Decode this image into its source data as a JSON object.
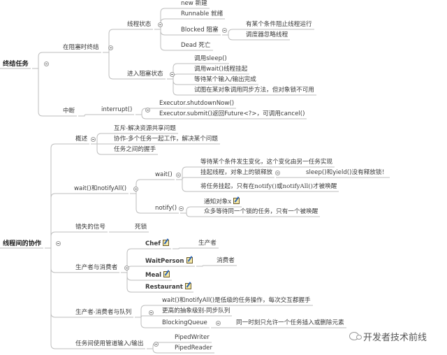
{
  "colors": {
    "line": "#bdbdbd",
    "text": "#3a3a3a"
  },
  "nodes": {
    "n_end": {
      "text": "终结任务",
      "parent": null
    },
    "n_blocked_end": {
      "text": "在阻塞时终结",
      "parent": "n_end"
    },
    "n_state": {
      "text": "线程状态",
      "parent": "n_blocked_end"
    },
    "n_new": {
      "text": "new 新建",
      "parent": "n_state"
    },
    "n_runnable": {
      "text": "Runnable 就绪",
      "parent": "n_state"
    },
    "n_blocked": {
      "text": "Blocked 阻塞",
      "parent": "n_state"
    },
    "n_blk_1": {
      "text": "有某个条件阻止线程运行",
      "parent": "n_blocked"
    },
    "n_blk_2": {
      "text": "调度器忽略线程",
      "parent": "n_blocked"
    },
    "n_dead": {
      "text": "Dead 死亡",
      "parent": "n_state"
    },
    "n_enter": {
      "text": "进入阻塞状态",
      "parent": "n_blocked_end"
    },
    "n_sleep": {
      "text": "调用sleep()",
      "parent": "n_enter"
    },
    "n_wait_call": {
      "text": "调用wait()线程挂起",
      "parent": "n_enter"
    },
    "n_io": {
      "text": "等待某个输入/输出完成",
      "parent": "n_enter"
    },
    "n_sync": {
      "text": "试图在某对象调用同步方法，但对象锁不可用",
      "parent": "n_enter"
    },
    "n_interrupt": {
      "text": "中断",
      "parent": "n_end"
    },
    "n_intr_fn": {
      "text": "interrupt()",
      "parent": "n_interrupt"
    },
    "n_exec_shut": {
      "text": "Executor.shutdownNow()",
      "parent": "n_intr_fn"
    },
    "n_exec_sub": {
      "text": "Executor.submit()返回Future<?>，可调用cancel()",
      "parent": "n_intr_fn"
    },
    "n_coop": {
      "text": "线程间的协作",
      "parent": null
    },
    "n_overview": {
      "text": "概述",
      "parent": "n_coop"
    },
    "n_ov_1": {
      "text": "互斥-解决资源共享问题",
      "parent": "n_overview"
    },
    "n_ov_2": {
      "text": "协作-多个任务一起工作，解决某个问题",
      "parent": "n_overview"
    },
    "n_ov_3": {
      "text": "任务之间的握手",
      "parent": "n_overview"
    },
    "n_waitnotify": {
      "text": "wait()和notifyAll()",
      "parent": "n_coop"
    },
    "n_wait": {
      "text": "wait()",
      "parent": "n_waitnotify"
    },
    "n_w_1": {
      "text": "等待某个条件发生变化，这个变化由另一任务实现",
      "parent": "n_wait"
    },
    "n_w_2": {
      "text": "挂起线程，对象上的锁释放",
      "parent": "n_wait"
    },
    "n_w_2b": {
      "text": "sleep()和yield()没有释放锁！",
      "parent": "n_w_2"
    },
    "n_w_3": {
      "text": "将任务挂起，只有在notify()或notifyAll()才被唤醒",
      "parent": "n_wait"
    },
    "n_notify": {
      "text": "notify()",
      "parent": "n_waitnotify"
    },
    "n_n_1": {
      "text": "通知对象x",
      "parent": "n_notify"
    },
    "n_n_2": {
      "text": "众多等待同一个锁的任务，只有一个被唤醒",
      "parent": "n_notify"
    },
    "n_missed": {
      "text": "错失的信号",
      "parent": "n_coop"
    },
    "n_deadlock": {
      "text": "死锁",
      "parent": "n_missed"
    },
    "n_prodcons": {
      "text": "生产者与消费者",
      "parent": "n_coop"
    },
    "n_chef": {
      "text": "Chef",
      "parent": "n_prodcons"
    },
    "n_producer": {
      "text": "生产者",
      "parent": "n_chef"
    },
    "n_waitperson": {
      "text": "WaitPerson",
      "parent": "n_prodcons"
    },
    "n_consumer": {
      "text": "消费者",
      "parent": "n_waitperson"
    },
    "n_meal": {
      "text": "Meal",
      "parent": "n_prodcons"
    },
    "n_restaurant": {
      "text": "Restaurant",
      "parent": "n_prodcons"
    },
    "n_pcqueue": {
      "text": "生产者-消费者与队列",
      "parent": "n_coop"
    },
    "n_q_1": {
      "text": "wait()和notifyAll()是低级的任务操作，每次交互都握手",
      "parent": "n_pcqueue"
    },
    "n_q_2": {
      "text": "更高的抽象级别-同步队列",
      "parent": "n_pcqueue"
    },
    "n_q_3": {
      "text": "BlockingQueue",
      "parent": "n_pcqueue"
    },
    "n_q_3b": {
      "text": "同一时刻只允许一个任务插入或删除元素",
      "parent": "n_q_3"
    },
    "n_pipe": {
      "text": "任务间使用管道输入/输出",
      "parent": "n_coop"
    },
    "n_pipe_w": {
      "text": "PipedWriter",
      "parent": "n_pipe"
    },
    "n_pipe_r": {
      "text": "PipedReader",
      "parent": "n_pipe"
    }
  },
  "watermark": {
    "text": "开发者技术前线",
    "icon": "wechat-icon"
  }
}
